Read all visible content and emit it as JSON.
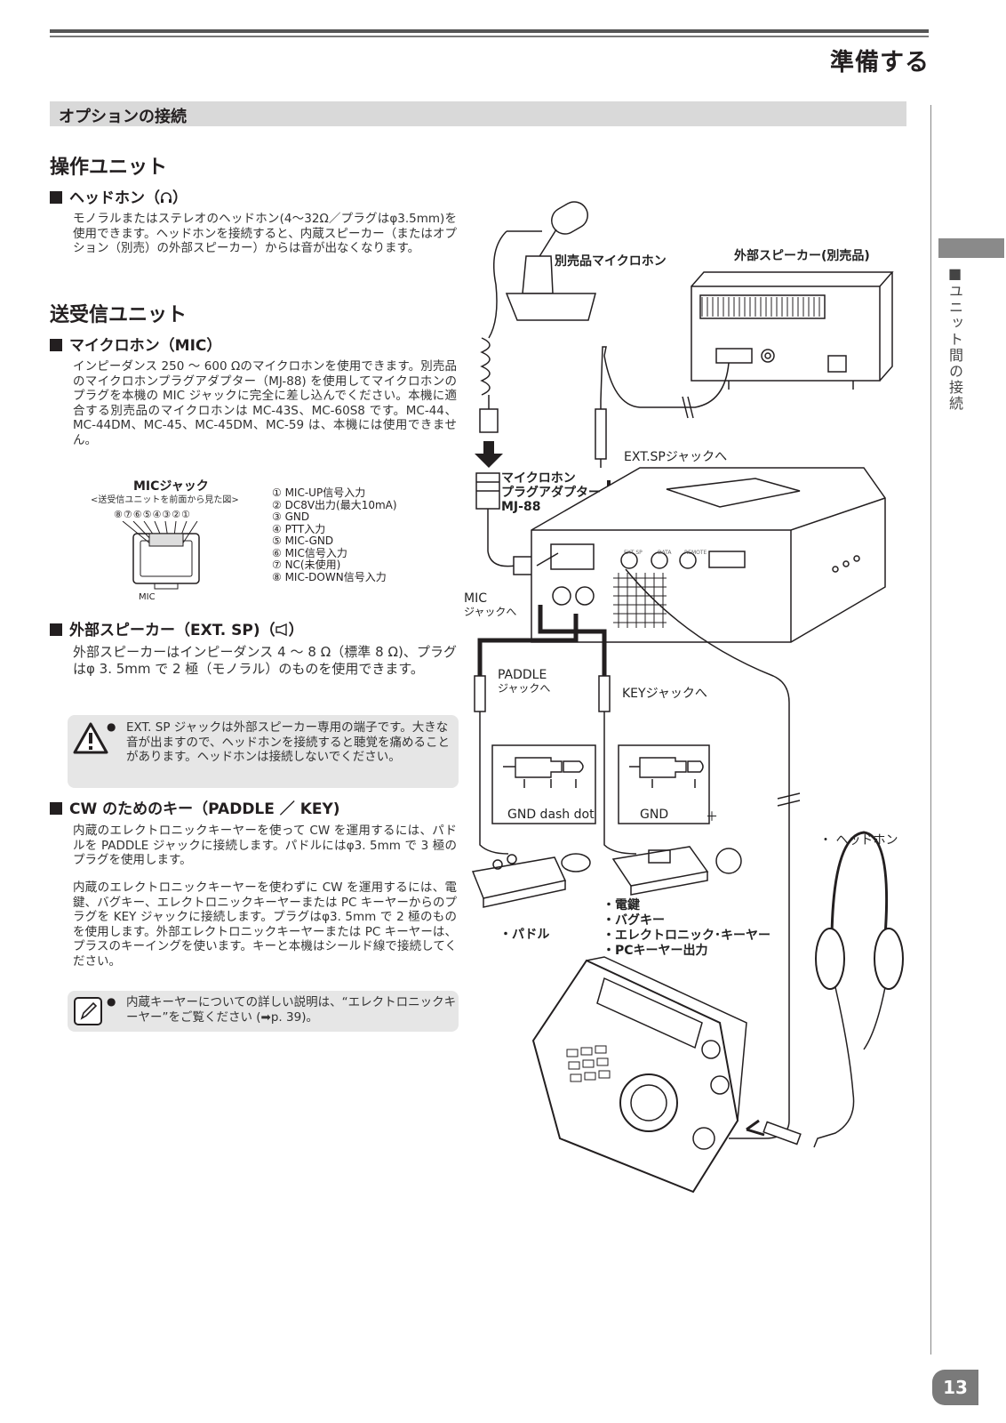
{
  "header": {
    "page_title": "準備する"
  },
  "section": {
    "title": "オプションの接続"
  },
  "side_tab": {
    "label": "■ユニット間の接続"
  },
  "page_number": "13",
  "operation_unit": {
    "heading": "操作ユニット",
    "headphone": {
      "title": "ヘッドホン（",
      "title_end": "）",
      "body": "モノラルまたはステレオのヘッドホン(4～32Ω／プラグはφ3.5mm)を使用できます。ヘッドホンを接続すると、内蔵スピーカー（またはオプション（別売）の外部スピーカー）からは音が出なくなります。"
    }
  },
  "transceiver_unit": {
    "heading": "送受信ユニット",
    "mic": {
      "title": "マイクロホン（MIC）",
      "body": "インピーダンス 250 ～ 600 Ωのマイクロホンを使用できます。別売品のマイクロホンプラグアダプター（MJ-88) を使用してマイクロホンのプラグを本機の MIC ジャックに完全に差し込んでください。本機に適合する別売品のマイクロホンは MC-43S、MC-60S8 です。MC-44、MC-44DM、MC-45、MC-45DM、MC-59 は、本機には使用できません。"
    },
    "mic_jack": {
      "title": "MICジャック",
      "subtitle": "<送受信ユニットを前面から見た図>",
      "pin_numbers": "⑧⑦⑥⑤④③②①",
      "connector_label": "MIC",
      "pins": [
        "① MIC-UP信号入力",
        "② DC8V出力(最大10mA)",
        "③ GND",
        "④ PTT入力",
        "⑤ MIC-GND",
        "⑥ MIC信号入力",
        "⑦ NC(未使用)",
        "⑧ MIC-DOWN信号入力"
      ]
    },
    "ext_sp": {
      "title": "外部スピーカー（EXT. SP)（",
      "title_end": "）",
      "body": "外部スピーカーはインピーダンス 4 ～ 8 Ω（標準 8 Ω)、プラグはφ 3. 5mm で 2 極（モノラル）のものを使用できます。",
      "caution": "EXT. SP ジャックは外部スピーカー専用の端子です。大きな音が出ますので、ヘッドホンを接続すると聴覚を痛めることがあります。ヘッドホンは接続しないでください。"
    },
    "cw_key": {
      "title": "CW のためのキー（PADDLE ／ KEY)",
      "body1": "内蔵のエレクトロニックキーヤーを使って CW を運用するには、パドルを PADDLE ジャックに接続します。パドルにはφ3. 5mm で 3 極のプラグを使用します。",
      "body2": "内蔵のエレクトロニックキーヤーを使わずに CW を運用するには、電鍵、バグキー、エレクトロニックキーヤーまたは PC キーヤーからのプラグを KEY ジャックに接続します。プラグはφ3. 5mm で 2 極のものを使用します。外部エレクトロニックキーヤーまたは PC キーヤーは、プラスのキーイングを使います。キーと本機はシールド線で接続してください。",
      "note": "内蔵キーヤーについての詳しい説明は、“エレクトロニックキーヤー”をご覧ください (➡p. 39)。"
    }
  },
  "diagram": {
    "optional_mic": "別売品マイクロホン",
    "ext_speaker": "外部スピーカー(別売品)",
    "ext_sp_jack": "EXT.SPジャックへ",
    "adapter_line1": "マイクロホン",
    "adapter_line2": "プラグアダプター",
    "adapter_line3": "MJ-88",
    "mic_jack_line1": "MIC",
    "mic_jack_line2": "ジャックへ",
    "paddle_line1": "PADDLE",
    "paddle_line2": "ジャックへ",
    "key_jack": "KEYジャックへ",
    "plug3_label": "GND dash dot",
    "plug2_gnd": "GND",
    "plug2_plus": "＋",
    "headphone": "・ ヘッドホン",
    "paddle": "・パドル",
    "keys": [
      "・電鍵",
      "・バグキー",
      "・エレクトロニック･キーヤー",
      "・PCキーヤー出力"
    ],
    "rear_panel": [
      "EXT SP",
      "DATA",
      "REMOTE"
    ]
  }
}
